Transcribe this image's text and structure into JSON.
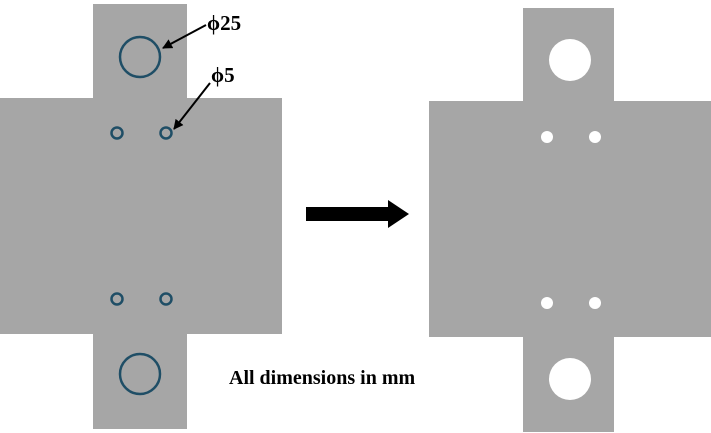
{
  "labels": {
    "large_hole": "ϕ25",
    "small_hole": "ϕ5",
    "note": "All dimensions in mm"
  },
  "colors": {
    "plate": "#a6a6a6",
    "hole_outline": "#1f4e66",
    "hole_cut": "#ffffff",
    "arrow": "#000000"
  }
}
